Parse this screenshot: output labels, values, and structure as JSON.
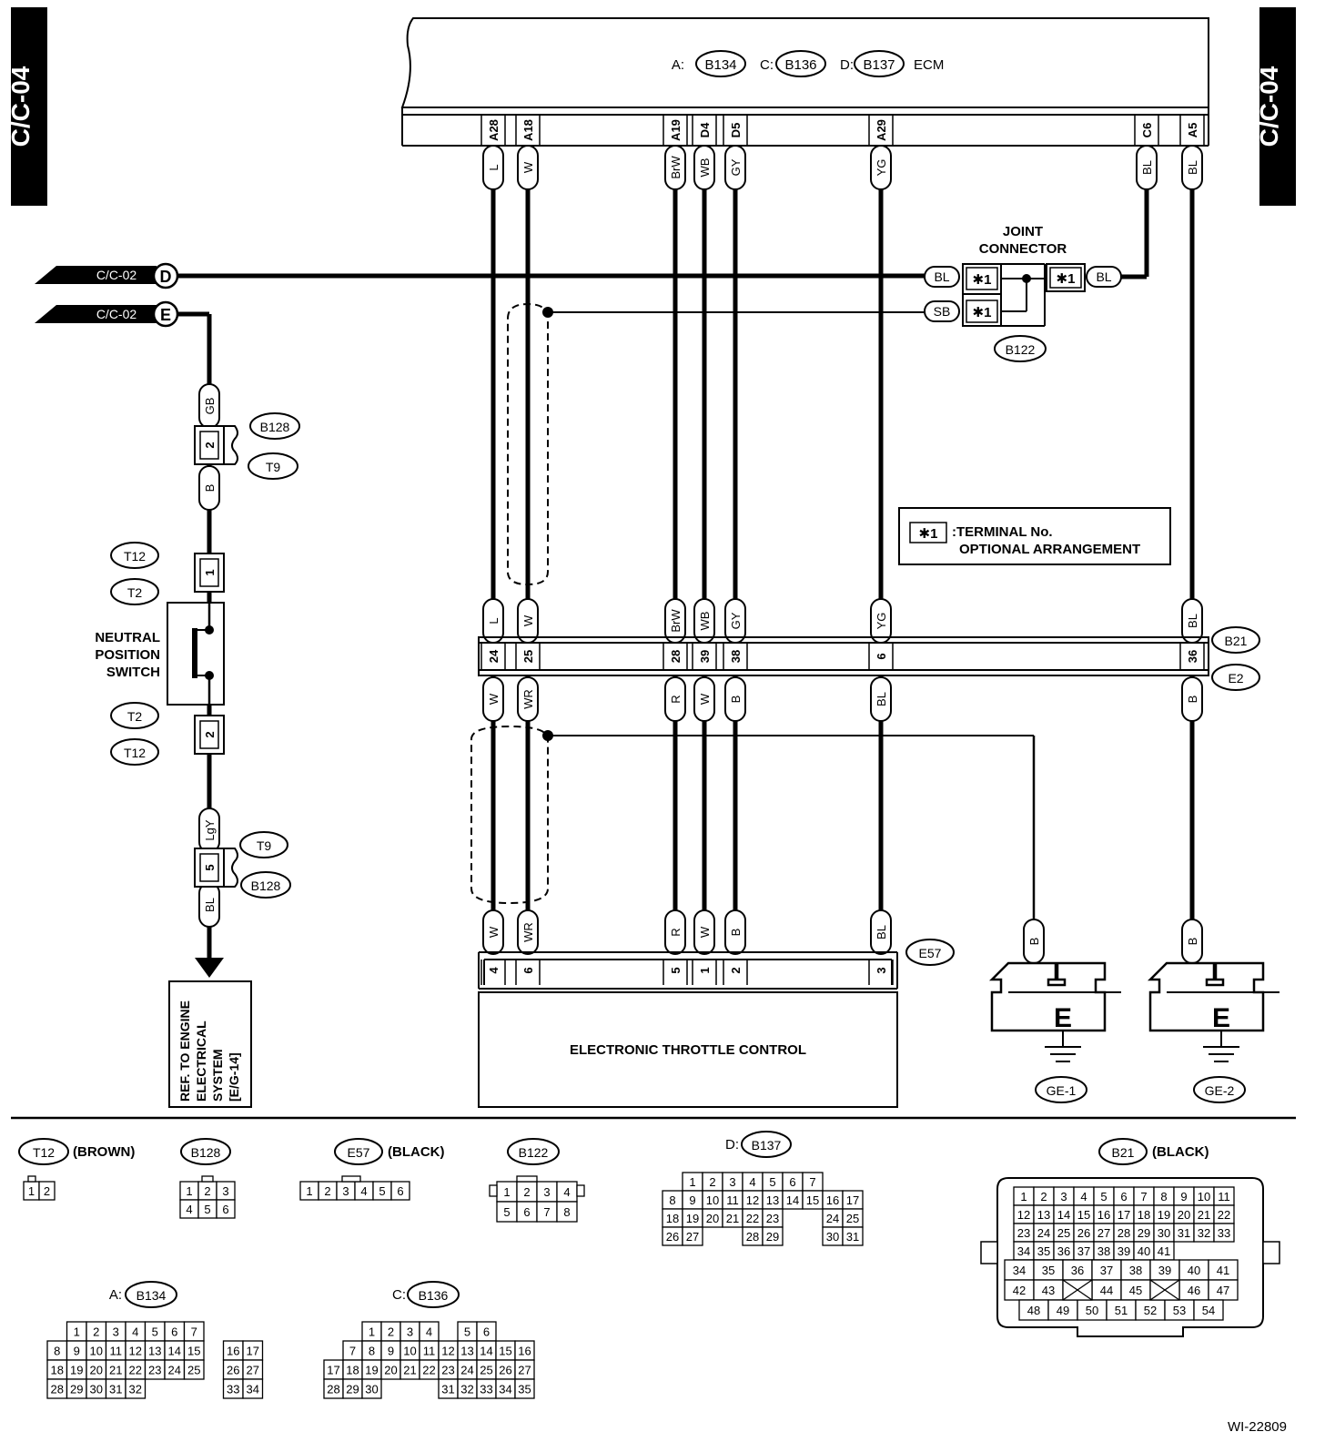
{
  "page_tabs": {
    "left": "C/C-04",
    "right": "C/C-04"
  },
  "ecm": {
    "label": "ECM",
    "connectors": [
      {
        "prefix": "A:",
        "id": "B134"
      },
      {
        "prefix": "C:",
        "id": "B136"
      },
      {
        "prefix": "D:",
        "id": "B137"
      }
    ],
    "pins": [
      {
        "pin": "A28",
        "color": "L"
      },
      {
        "pin": "A18",
        "color": "W"
      },
      {
        "pin": "A19",
        "color": "BrW"
      },
      {
        "pin": "D4",
        "color": "WB"
      },
      {
        "pin": "D5",
        "color": "GY"
      },
      {
        "pin": "A29",
        "color": "YG"
      },
      {
        "pin": "C6",
        "color": "BL"
      },
      {
        "pin": "A5",
        "color": "BL"
      }
    ]
  },
  "offpage": [
    {
      "ref": "C/C-02",
      "letter": "D"
    },
    {
      "ref": "C/C-02",
      "letter": "E"
    }
  ],
  "joint_connector": {
    "title_line1": "JOINT",
    "title_line2": "CONNECTOR",
    "id": "B122",
    "star": "✱1",
    "wire_in_top": "BL",
    "wire_in_bottom": "SB",
    "wire_out": "BL"
  },
  "legend_note": {
    "symbol": "✱1",
    "line1": ":TERMINAL No.",
    "line2": "OPTIONAL ARRANGEMENT"
  },
  "connector_b21": {
    "id": "B21",
    "pair_id": "E2",
    "pins": [
      "24",
      "25",
      "28",
      "39",
      "38",
      "6",
      "36"
    ],
    "upper_colors": [
      "L",
      "W",
      "BrW",
      "WB",
      "GY",
      "YG",
      "BL"
    ],
    "lower_colors": [
      "W",
      "WR",
      "R",
      "W",
      "B",
      "BL",
      "B"
    ]
  },
  "throttle": {
    "label": "ELECTRONIC THROTTLE CONTROL",
    "connector_id": "E57",
    "pins": [
      "4",
      "6",
      "5",
      "1",
      "2",
      "3"
    ],
    "colors": [
      "W",
      "WR",
      "R",
      "W",
      "B",
      "BL"
    ]
  },
  "grounds": [
    {
      "letter": "E",
      "id": "GE-1",
      "wire": "B"
    },
    {
      "letter": "E",
      "id": "GE-2",
      "wire": "B"
    }
  ],
  "neutral_switch": {
    "line1": "NEUTRAL",
    "line2": "POSITION",
    "line3": "SWITCH",
    "conn_a": "B128",
    "conn_b": "T9",
    "conn_c": "T12",
    "conn_d": "T2",
    "wire_gb": "GB",
    "wire_b": "B",
    "wire_lgy": "LgY",
    "wire_bl": "BL",
    "pin_2": "2",
    "pin_5": "5",
    "pin_1": "1",
    "pin_2b": "2"
  },
  "reference_box": {
    "lines": [
      "REF. TO ENGINE",
      "ELECTRICAL",
      "SYSTEM",
      "[E/G-14]"
    ]
  },
  "connector_faces": {
    "t12": {
      "id": "T12",
      "color": "(BROWN)",
      "rows": [
        [
          "1",
          "2"
        ]
      ]
    },
    "b128": {
      "id": "B128",
      "rows": [
        [
          "1",
          "2",
          "3"
        ],
        [
          "4",
          "5",
          "6"
        ]
      ]
    },
    "e57": {
      "id": "E57",
      "color": "(BLACK)",
      "rows": [
        [
          "1",
          "2",
          "3",
          "4",
          "5",
          "6"
        ]
      ]
    },
    "b122": {
      "id": "B122",
      "rows": [
        [
          "1",
          "2",
          "3",
          "4"
        ],
        [
          "5",
          "6",
          "7",
          "8"
        ]
      ]
    },
    "b137": {
      "prefix": "D:",
      "id": "B137",
      "rows": [
        [
          "1",
          "2",
          "3",
          "4",
          "5",
          "6",
          "7"
        ],
        [
          "8",
          "9",
          "10",
          "11",
          "12",
          "13",
          "14",
          "15",
          "16",
          "17"
        ],
        [
          "18",
          "19",
          "20",
          "21",
          "22",
          "23",
          "24",
          "25"
        ],
        [
          "26",
          "27",
          "28",
          "29",
          "30",
          "31"
        ]
      ]
    },
    "b21": {
      "id": "B21",
      "color": "(BLACK)",
      "rows": [
        [
          "1",
          "2",
          "3",
          "4",
          "5",
          "6",
          "7",
          "8",
          "9",
          "10",
          "11"
        ],
        [
          "12",
          "13",
          "14",
          "15",
          "16",
          "17",
          "18",
          "19",
          "20",
          "21",
          "22"
        ],
        [
          "23",
          "24",
          "25",
          "26",
          "27",
          "28",
          "29",
          "30",
          "31",
          "32",
          "33"
        ],
        [
          "34",
          "35",
          "36",
          "37",
          "38",
          "39",
          "40",
          "41"
        ],
        [
          "42",
          "43",
          "44",
          "45",
          "46",
          "47"
        ],
        [
          "48",
          "49",
          "50",
          "51",
          "52",
          "53",
          "54"
        ]
      ]
    },
    "b134": {
      "prefix": "A:",
      "id": "B134",
      "rows": [
        [
          "1",
          "2",
          "3",
          "4",
          "5",
          "6",
          "7"
        ],
        [
          "8",
          "9",
          "10",
          "11",
          "12",
          "13",
          "14",
          "15",
          "16",
          "17"
        ],
        [
          "18",
          "19",
          "20",
          "21",
          "22",
          "23",
          "24",
          "25",
          "26",
          "27"
        ],
        [
          "28",
          "29",
          "30",
          "31",
          "32",
          "33",
          "34"
        ]
      ]
    },
    "b136": {
      "prefix": "C:",
      "id": "B136",
      "rows": [
        [
          "1",
          "2",
          "3",
          "4",
          "5",
          "6"
        ],
        [
          "7",
          "8",
          "9",
          "10",
          "11",
          "12",
          "13",
          "14",
          "15",
          "16"
        ],
        [
          "17",
          "18",
          "19",
          "20",
          "21",
          "22",
          "23",
          "24",
          "25",
          "26",
          "27"
        ],
        [
          "28",
          "29",
          "30",
          "31",
          "32",
          "33",
          "34",
          "35"
        ]
      ]
    }
  },
  "figure_id": "WI-22809"
}
